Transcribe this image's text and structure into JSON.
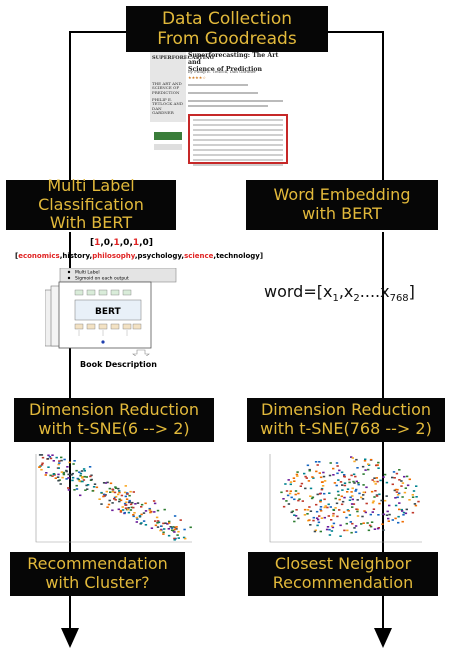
{
  "boxes": {
    "data_collection": [
      "Data Collection",
      "From Goodreads"
    ],
    "multi_label": [
      "Multi Label Classification",
      "With BERT"
    ],
    "word_embedding": [
      "Word Embedding",
      "with BERT"
    ],
    "dim_red_left": [
      "Dimension Reduction",
      "with t-SNE(6 --> 2)"
    ],
    "dim_red_right": [
      "Dimension Reduction",
      "with t-SNE(768 --> 2)"
    ],
    "recommend_left": [
      "Recommendation",
      "with Cluster?"
    ],
    "recommend_right": [
      "Closest Neighbor",
      "Recommendation"
    ]
  },
  "book": {
    "title_line1": "Superforecasting: The Art and",
    "title_line2": "Science of Prediction",
    "author": "by Philip E. Tetlock, Dan Gardner",
    "cover_title": "SUPERFORECASTING",
    "cover_sub": "THE ART AND SCIENCE OF PREDICTION",
    "cover_authors": "PHILIP E. TETLOCK AND DAN GARDNER"
  },
  "classification": {
    "vector_open": "[",
    "vector": [
      "1",
      ",0,",
      "1",
      ",0,",
      "1",
      ",0]"
    ],
    "labels_open": "[",
    "labels": [
      {
        "text": "economics",
        "red": true
      },
      {
        "text": ",history,",
        "red": false
      },
      {
        "text": "philosophy",
        "red": true
      },
      {
        "text": ",psychology,",
        "red": false
      },
      {
        "text": "science",
        "red": true
      },
      {
        "text": ",technology]",
        "red": false
      }
    ],
    "bert_notes": [
      "Multi Label",
      "Sigmoid on each output"
    ],
    "bert_label": "BERT",
    "input_label": "Book Description"
  },
  "embedding": {
    "prefix": "word=[x",
    "sub1": "1",
    "mid": ",x",
    "sub2": "2",
    "dots": "....x",
    "sub3": "768",
    "suffix": "]"
  }
}
